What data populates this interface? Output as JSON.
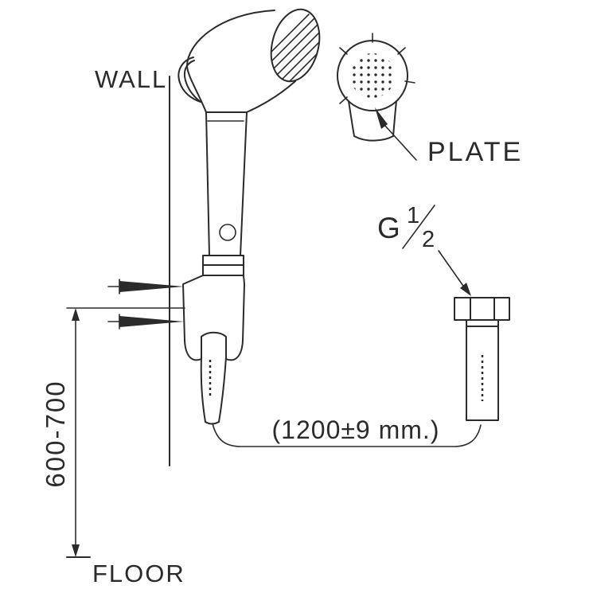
{
  "drawing": {
    "labels": {
      "wall": "WALL",
      "floor": "FLOOR",
      "plate": "PLATE",
      "hose_length": "(1200±9  mm.)",
      "mount_height": "600-700"
    },
    "thread": {
      "prefix": "G",
      "numerator": "1",
      "denominator": "2"
    },
    "colors": {
      "line": "#2b2b2b",
      "background": "#ffffff"
    }
  }
}
